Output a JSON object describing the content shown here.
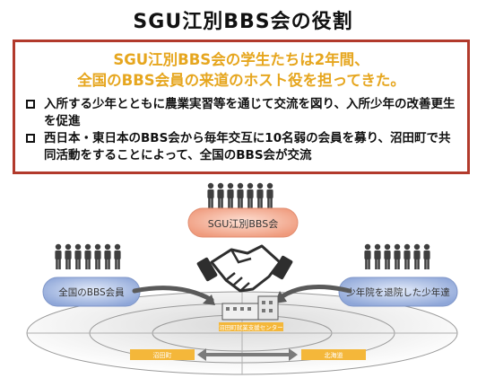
{
  "title": "SGU江別BBS会の役割",
  "headline": {
    "line1": "SGU江別BBS会の学生たちは2年間、",
    "line2": "全国のBBS会員の来道のホスト役を担ってきた。"
  },
  "bullets": [
    "入所する少年とともに農業実習等を通じて交流を図り、入所少年の改善更生を促進",
    "西日本・東日本のBBS会から毎年交互に10名弱の会員を募り、沼田町で共同活動をすることによって、全国のBBS会が交流"
  ],
  "diagram": {
    "center_group": "SGU江別BBS会",
    "left_group": "全国のBBS会員",
    "right_group": "少年院を退院した少年達",
    "facility": "沼田町就業支援センター",
    "left_place": "沼田町",
    "right_place": "北海道"
  },
  "colors": {
    "border": "#b23a2c",
    "headline": "#e6a61e",
    "center_pill": "#f2a48c",
    "side_pill": "#8fa7d6",
    "place_label": "#f4b73a"
  }
}
